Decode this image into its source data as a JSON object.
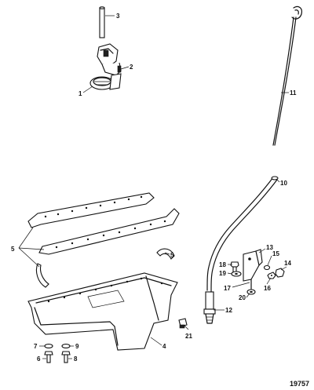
{
  "diagram": {
    "document_number": "19757",
    "callouts": [
      {
        "id": "c1",
        "label": "1"
      },
      {
        "id": "c2",
        "label": "2"
      },
      {
        "id": "c3",
        "label": "3"
      },
      {
        "id": "c4",
        "label": "4"
      },
      {
        "id": "c5a",
        "label": "5"
      },
      {
        "id": "c5b",
        "label": "5"
      },
      {
        "id": "c6",
        "label": "6"
      },
      {
        "id": "c7",
        "label": "7"
      },
      {
        "id": "c8",
        "label": "8"
      },
      {
        "id": "c9",
        "label": "9"
      },
      {
        "id": "c10",
        "label": "10"
      },
      {
        "id": "c11",
        "label": "11"
      },
      {
        "id": "c12",
        "label": "12"
      },
      {
        "id": "c13",
        "label": "13"
      },
      {
        "id": "c14",
        "label": "14"
      },
      {
        "id": "c15",
        "label": "15"
      },
      {
        "id": "c16",
        "label": "16"
      },
      {
        "id": "c17",
        "label": "17"
      },
      {
        "id": "c18",
        "label": "18"
      },
      {
        "id": "c19",
        "label": "19"
      },
      {
        "id": "c20",
        "label": "20"
      },
      {
        "id": "c21",
        "label": "21"
      }
    ]
  }
}
